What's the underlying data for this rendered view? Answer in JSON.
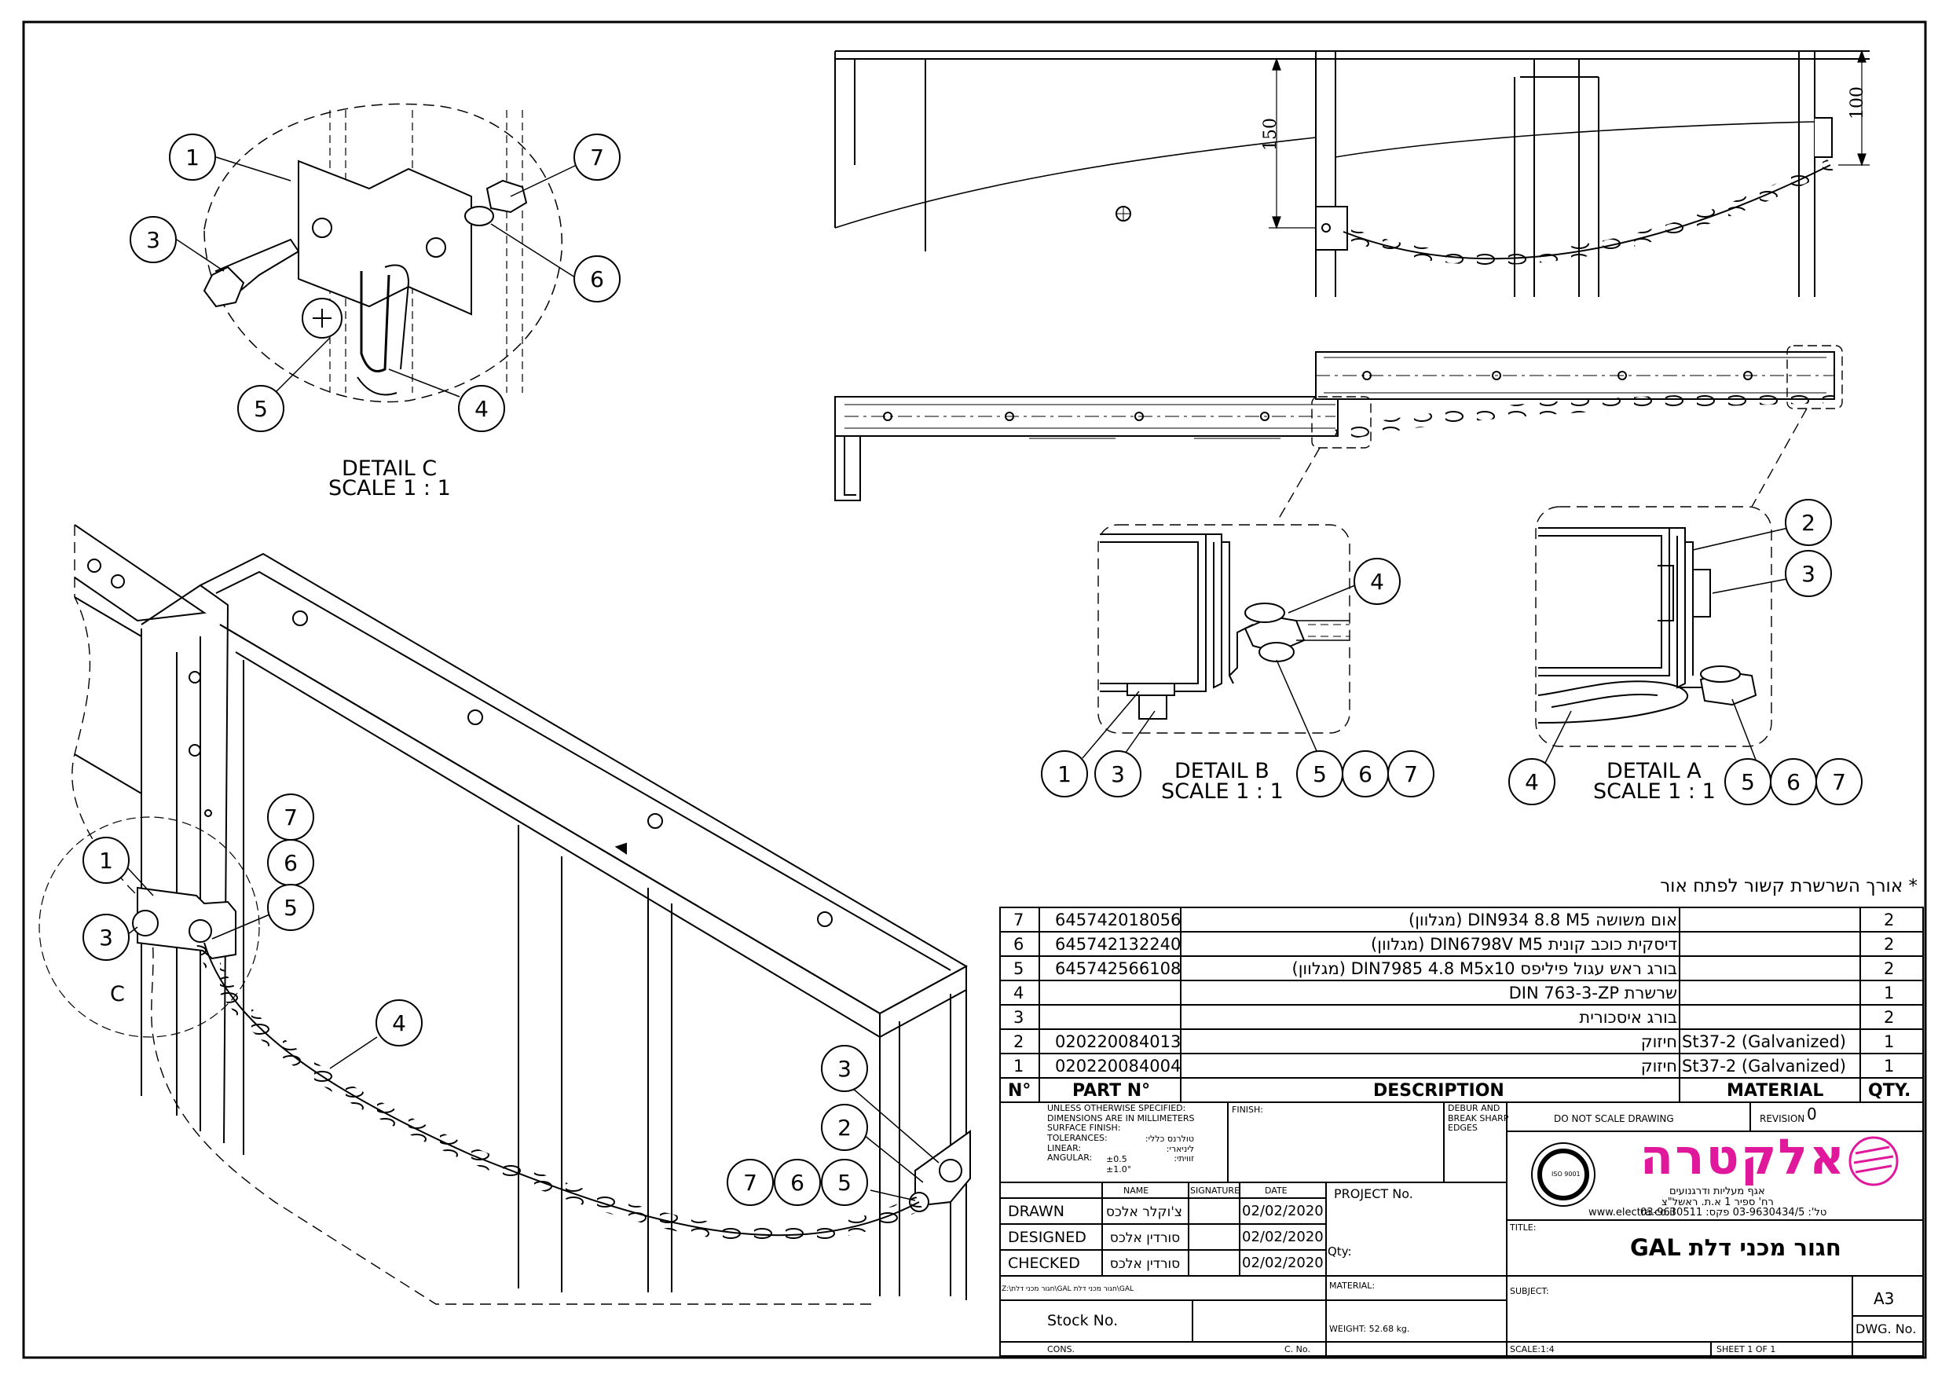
{
  "details": {
    "c": {
      "title": "DETAIL C",
      "scale": "SCALE 1 : 1",
      "view_letter": "C"
    },
    "b": {
      "title": "DETAIL B",
      "scale": "SCALE 1 : 1"
    },
    "a": {
      "title": "DETAIL A",
      "scale": "SCALE 1 : 1"
    }
  },
  "dimensions": {
    "d150": "150",
    "d100": "100"
  },
  "balloons": {
    "c1": "1",
    "c3": "3",
    "c7": "7",
    "c6": "6",
    "c5": "5",
    "c4": "4",
    "b4": "4",
    "b1": "1",
    "b3": "3",
    "b5": "5",
    "b6": "6",
    "b7": "7",
    "a2": "2",
    "a3": "3",
    "a4": "4",
    "a5": "5",
    "a6": "6",
    "a7": "7",
    "i7": "7",
    "i6": "6",
    "i1": "1",
    "i5": "5",
    "i3": "3",
    "i4": "4",
    "i3b": "3",
    "i2": "2",
    "i7b": "7",
    "i6b": "6",
    "i5b": "5"
  },
  "note": "* אורך השרשרת קשור לפתח אור",
  "bom": {
    "rows": [
      {
        "no": "7",
        "part": "645742018056",
        "desc": "אום משושה DIN934 8.8 M5 (מגלוון)",
        "material": "",
        "qty": "2"
      },
      {
        "no": "6",
        "part": "645742132240",
        "desc": "דיסקית כוכב קונית DIN6798V M5 (מגלוון)",
        "material": "",
        "qty": "2"
      },
      {
        "no": "5",
        "part": "645742566108",
        "desc": "בורג ראש עגול פיליפס DIN7985 4.8 M5x10 (מגלוון)",
        "material": "",
        "qty": "2"
      },
      {
        "no": "4",
        "part": "",
        "desc": "שרשרת DIN 763-3-ZP",
        "material": "",
        "qty": "1"
      },
      {
        "no": "3",
        "part": "",
        "desc": "בורג איסכורית",
        "material": "",
        "qty": "2"
      },
      {
        "no": "2",
        "part": "020220084013",
        "desc": "חיזוק",
        "material": "St37-2 (Galvanized)",
        "qty": "1"
      },
      {
        "no": "1",
        "part": "020220084004",
        "desc": "חיזוק",
        "material": "St37-2 (Galvanized)",
        "qty": "1"
      }
    ],
    "header": {
      "no": "N°",
      "part": "PART N°",
      "desc": "DESCRIPTION",
      "material": "MATERIAL",
      "qty": "QTY."
    }
  },
  "title_block": {
    "unless_lines": [
      "UNLESS OTHERWISE SPECIFIED:",
      "DIMENSIONS ARE IN MILLIMETERS",
      "SURFACE FINISH:",
      "TOLERANCES:",
      "LINEAR:",
      "ANGULAR:"
    ],
    "tol_heb": [
      "טולרנס כללי:",
      "ליניארי:",
      "זוויתי:"
    ],
    "tol_lin": "±0.5",
    "tol_ang": "±1.0°",
    "finish": "FINISH:",
    "debur": [
      "DEBUR AND",
      "BREAK SHARP",
      "EDGES"
    ],
    "do_not_scale": "DO NOT SCALE DRAWING",
    "revision_label": "REVISION",
    "revision": "0",
    "col_name": "NAME",
    "col_signature": "SIGNATURE",
    "col_date": "DATE",
    "drawn": "DRAWN",
    "drawn_name": "צ'וקלר אלכס",
    "drawn_date": "02/02/2020",
    "designed": "DESIGNED",
    "designed_name": "סורדין אלכס",
    "designed_date": "02/02/2020",
    "checked": "CHECKED",
    "checked_name": "סורדין אלכס",
    "checked_date": "02/02/2020",
    "project_no": "PROJECT No.",
    "qty": "Qty:",
    "material": "MATERIAL:",
    "weight": "WEIGHT: 52.68 kg.",
    "file_path": "Z:\\חגור מכני דלת\\GAL חגור מכני דלת\\GAL",
    "stock_no": "Stock No.",
    "cons": "CONS.",
    "c_no": "C. No.",
    "company_logo_text": "אלקטרה",
    "company_dept": "אגף מעליות ודרגנועים",
    "company_addr": "רח' ספיר 1 א.ת. ראשל\"צ",
    "company_phone": "טל': 03-9630434/5 פקס: 03-9630511",
    "company_web": "www.electra.co.il",
    "iso_seal": "ISO 9001",
    "title_label": "TITLE:",
    "title": "חגור מכני דלת GAL",
    "subject": "SUBJECT:",
    "size": "A3",
    "dwg_no": "DWG. No.",
    "scale": "SCALE:1:4",
    "sheet": "SHEET 1 OF 1"
  },
  "colors": {
    "logo": "#e0189b",
    "line": "#000000"
  }
}
